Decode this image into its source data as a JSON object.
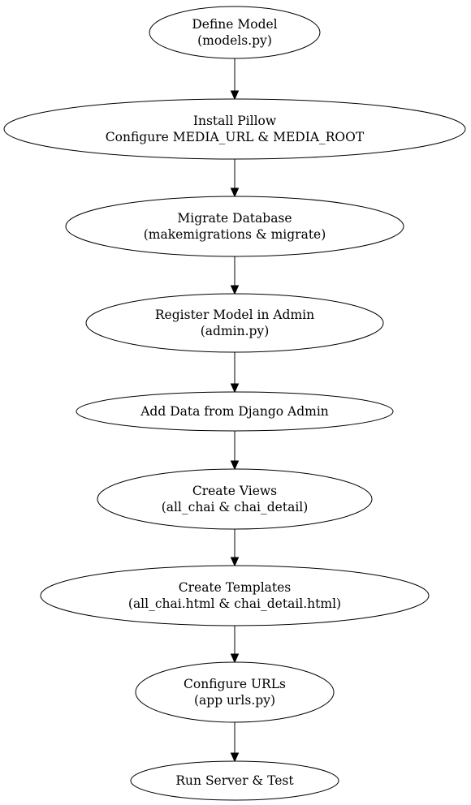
{
  "diagram": {
    "type": "flowchart",
    "direction": "top-to-bottom",
    "nodes": [
      {
        "id": "define_model",
        "lines": [
          "Define Model",
          "(models.py)"
        ]
      },
      {
        "id": "install_pillow",
        "lines": [
          "Install Pillow",
          "Configure MEDIA_URL & MEDIA_ROOT"
        ]
      },
      {
        "id": "migrate_database",
        "lines": [
          "Migrate Database",
          "(makemigrations & migrate)"
        ]
      },
      {
        "id": "register_admin",
        "lines": [
          "Register Model in Admin",
          "(admin.py)"
        ]
      },
      {
        "id": "add_data",
        "lines": [
          "Add Data from Django Admin"
        ]
      },
      {
        "id": "create_views",
        "lines": [
          "Create Views",
          "(all_chai & chai_detail)"
        ]
      },
      {
        "id": "create_templates",
        "lines": [
          "Create Templates",
          "(all_chai.html & chai_detail.html)"
        ]
      },
      {
        "id": "configure_urls",
        "lines": [
          "Configure URLs",
          "(app urls.py)"
        ]
      },
      {
        "id": "run_server",
        "lines": [
          "Run Server & Test"
        ]
      }
    ],
    "edges": [
      {
        "from": "define_model",
        "to": "install_pillow"
      },
      {
        "from": "install_pillow",
        "to": "migrate_database"
      },
      {
        "from": "migrate_database",
        "to": "register_admin"
      },
      {
        "from": "register_admin",
        "to": "add_data"
      },
      {
        "from": "add_data",
        "to": "create_views"
      },
      {
        "from": "create_views",
        "to": "create_templates"
      },
      {
        "from": "create_templates",
        "to": "configure_urls"
      },
      {
        "from": "configure_urls",
        "to": "run_server"
      }
    ],
    "colors": {
      "background": "#ffffff",
      "stroke": "#000000",
      "text": "#000000"
    }
  }
}
